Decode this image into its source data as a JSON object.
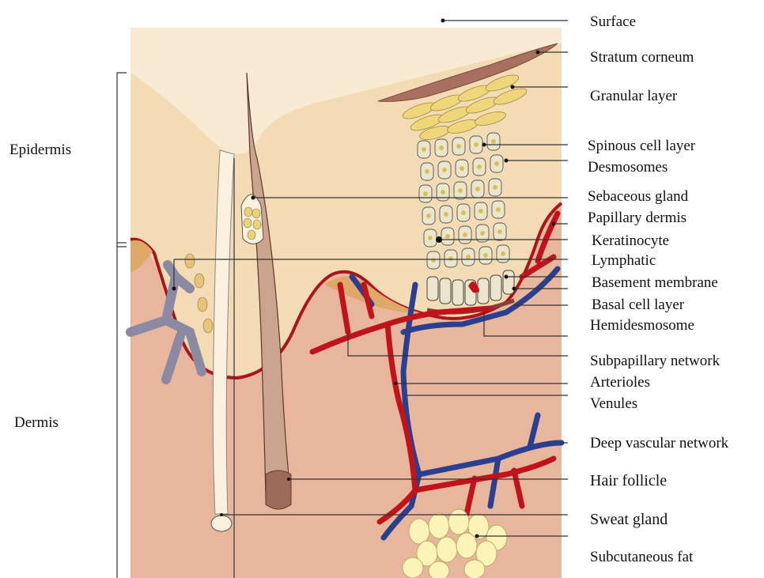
{
  "labels": {
    "surface": "Surface",
    "stratum_corneum": "Stratum corneum",
    "granular_layer": "Granular layer",
    "spinous_cell_layer": "Spinous cell layer",
    "desmosomes": "Desmosomes",
    "sebaceous_gland": "Sebaceous gland",
    "papillary_dermis": "Papillary dermis",
    "keratinocyte": "Keratinocyte",
    "lymphatic": "Lymphatic",
    "basement_membrane": "Basement membrane",
    "basal_cell_layer": "Basal cell layer",
    "hemidesmosome": "Hemidesmosome",
    "subpapillary_network": "Subpapillary network",
    "arterioles": "Arterioles",
    "venules": "Venules",
    "deep_vascular_network": "Deep vascular network",
    "hair_follicle": "Hair follicle",
    "sweat_gland": "Sweat gland",
    "subcutaneous_fat": "Subcutaneous fat"
  },
  "regions": {
    "epidermis": "Epidermis",
    "dermis": "Dermis"
  },
  "colors": {
    "background": "#f8e9d0",
    "epidermis": "#f3dcb6",
    "dermis": "#e8b9a0",
    "arteries": "#c0141c",
    "veins": "#2a3f8f",
    "lymphatic": "#8a8aa0",
    "cells": "#e8e2c8",
    "granular": "#f0d67a",
    "stratum_corneum": "#a87060",
    "fat": "#fbf3b8"
  }
}
